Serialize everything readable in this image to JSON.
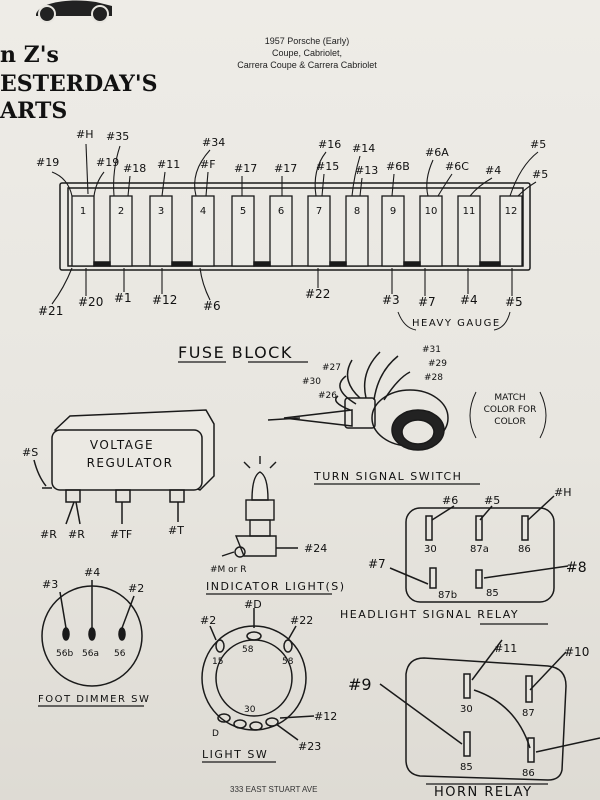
{
  "header": {
    "line1": "1957 Porsche (Early)",
    "line2": "Coupe, Cabriolet,",
    "line3": "Carrera Coupe & Carrera Cabriolet"
  },
  "logo": {
    "line1": "n Z's",
    "line2": "ESTERDAY'S",
    "line3": "ARTS"
  },
  "fuse_block": {
    "title": "FUSE  BLOCK",
    "fuse_numbers": [
      "1",
      "2",
      "3",
      "4",
      "5",
      "6",
      "7",
      "8",
      "9",
      "10",
      "11",
      "12"
    ],
    "top_labels": [
      "#19",
      "#H",
      "#19",
      "#35",
      "#18",
      "#11",
      "#34",
      "#F",
      "#17",
      "#17",
      "#16",
      "#15",
      "#14",
      "#13",
      "#6B",
      "#6A",
      "#6C",
      "#4",
      "#5",
      "#5"
    ],
    "bottom_labels": [
      "#21",
      "#20",
      "#1",
      "#12",
      "#6",
      "#22",
      "#3",
      "#7",
      "#4",
      "#5"
    ],
    "heavy_gauge": "HEAVY  GAUGE"
  },
  "voltage_regulator": {
    "title_line1": "VOLTAGE",
    "title_line2": "REGULATOR",
    "labels": [
      "#S",
      "#R",
      "#R",
      "#TF",
      "#T"
    ]
  },
  "turn_signal_switch": {
    "title": "TURN  SIGNAL  SWITCH",
    "wire_labels": [
      "#31",
      "#29",
      "#28",
      "#27",
      "#30",
      "#26"
    ],
    "note_line1": "MATCH",
    "note_line2": "COLOR  FOR",
    "note_line3": "COLOR"
  },
  "indicator_light": {
    "title": "INDICATOR  LIGHT(S)",
    "labels": [
      "#M or R",
      "#24"
    ]
  },
  "headlight_signal_relay": {
    "title": "HEADLIGHT  SIGNAL  RELAY",
    "wire_labels": [
      "#6",
      "#5",
      "#H",
      "#7",
      "#8"
    ],
    "terminals": [
      "30",
      "87a",
      "86",
      "87b",
      "85"
    ]
  },
  "foot_dimmer": {
    "title": "FOOT  DIMMER  SW",
    "wire_labels": [
      "#3",
      "#4",
      "#2"
    ],
    "terminals": [
      "56b",
      "56a",
      "56"
    ]
  },
  "light_switch": {
    "title": "LIGHT  SW",
    "wire_labels": [
      "#D",
      "#2",
      "#22",
      "#12",
      "#23"
    ],
    "terminals": [
      "15",
      "58",
      "58",
      "30"
    ],
    "lower_tag": "D"
  },
  "horn_relay": {
    "title": "HORN  RELAY",
    "wire_labels": [
      "#9",
      "#11",
      "#10"
    ],
    "terminals": [
      "30",
      "87",
      "85",
      "86"
    ]
  },
  "footer": {
    "address": "333 EAST STUART AVE"
  }
}
